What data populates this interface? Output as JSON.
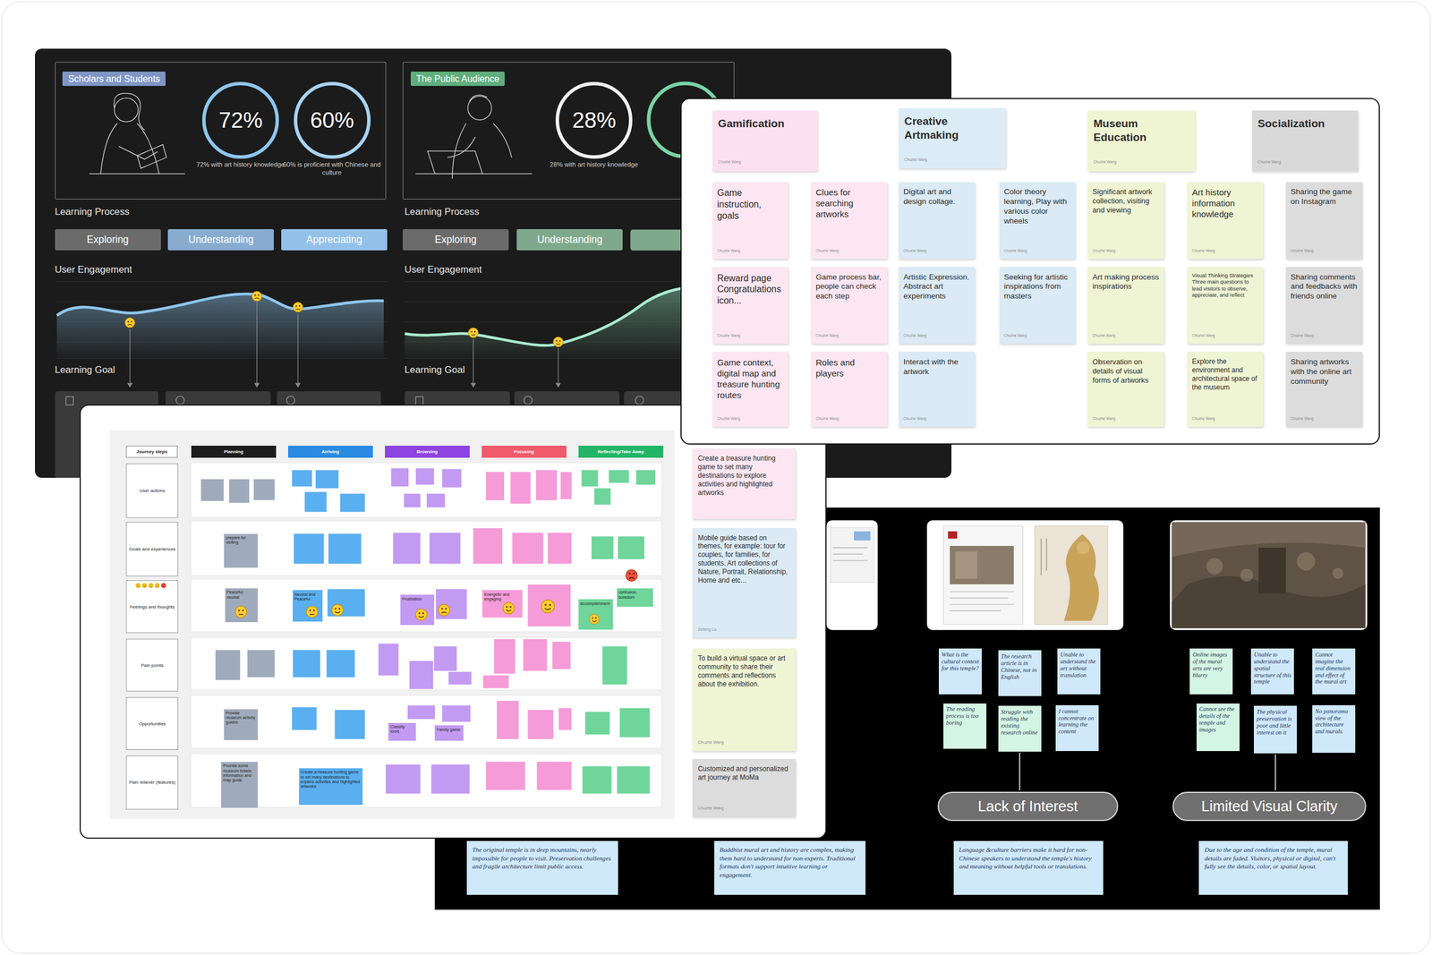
{
  "diagram": {
    "nodes": [
      {
        "text": [
          "Scholars and Students"
        ]
      },
      {
        "text": [
          "72%",
          "72% with art history knowledge"
        ],
        "in": 0
      },
      {
        "text": [
          "60%",
          "60% is proficient with Chinese and culture"
        ],
        "in": 0
      },
      {
        "text": [
          "The Public Audience"
        ]
      },
      {
        "text": [
          "28%",
          "28% with art history knowledge"
        ],
        "in": 3
      },
      {
        "text": [
          "Exploring"
        ]
      },
      {
        "text": [
          "Understanding"
        ]
      },
      {
        "text": [
          "Appreciating"
        ]
      },
      {
        "text": [
          "Exploring"
        ]
      },
      {
        "text": [
          "Understanding"
        ]
      },
      {
        "text": [
          "Gamification",
          "Chuzhe Wang"
        ]
      },
      {
        "text": [
          "Creative Artmaking",
          "Chuzhe Wang"
        ]
      },
      {
        "text": [
          "Museum Education",
          "Chuzhe Wang"
        ]
      },
      {
        "text": [
          "Socialization",
          "Chuzhe Wang"
        ]
      },
      {
        "text": [
          "Game instruction, goals",
          "Chuzhe Wang"
        ]
      },
      {
        "text": [
          "Reward page Congratulations icon...",
          "Chuzhe Wang"
        ]
      },
      {
        "text": [
          "Game context, digital map and treasure hunting routes",
          "Chuzhe Wang"
        ]
      },
      {
        "text": [
          "Clues for searching artworks",
          "Chuzhe Wang"
        ]
      },
      {
        "text": [
          "Game process bar, people can check each step",
          "Chuzhe Wang"
        ]
      },
      {
        "text": [
          "Roles and players",
          "Chuzhe Wang"
        ]
      },
      {
        "text": [
          "Digital art and design collage.",
          "Chuzhe Wang"
        ]
      },
      {
        "text": [
          "Artistic Expression. Abstract art experiments",
          "Chuzhe Wang"
        ]
      },
      {
        "text": [
          "Interact with the artwork",
          "Chuzhe Wang"
        ]
      },
      {
        "text": [
          "Color theory learning, Play with various color wheels",
          "Chuzhe Wang"
        ]
      },
      {
        "text": [
          "Seeking for artistic inspirations from masters",
          "Chuzhe Wang"
        ]
      },
      {
        "text": [
          "Significant artwork collection, visiting and viewing",
          "Chuzhe Wang"
        ]
      },
      {
        "text": [
          "Art making process inspirations",
          "Chuzhe Wang"
        ]
      },
      {
        "text": [
          "Observation on details of visual forms of artworks",
          "Chuzhe Wang"
        ]
      },
      {
        "text": [
          "Art history information knowledge",
          "Chuzhe Wang"
        ]
      },
      {
        "text": [
          "Visual Thinking Strategies Three main questions to lead visitors to observe, appreciate, and reflect",
          "Chuzhe Wang"
        ]
      },
      {
        "text": [
          "Explore the environment and architectural space of the museum",
          "Chuzhe Wang"
        ]
      },
      {
        "text": [
          "Sharing the game on Instagram",
          "Chuzhe Wang"
        ]
      },
      {
        "text": [
          "Sharing comments and feedbacks with friends online",
          "Chuzhe Wang"
        ]
      },
      {
        "text": [
          "Sharing artworks with the online art community",
          "Chuzhe Wang"
        ]
      },
      {
        "text": [
          "Journey steps"
        ]
      },
      {
        "text": [
          "Planning"
        ]
      },
      {
        "text": [
          "Arriving"
        ]
      },
      {
        "text": [
          "Browsing"
        ]
      },
      {
        "text": [
          "Focusing"
        ]
      },
      {
        "text": [
          "Reflecting/Take Away"
        ]
      },
      {
        "text": [
          "User actions"
        ]
      },
      {
        "text": [
          "Goals and experiences"
        ]
      },
      {
        "text": [
          "Feelings and thoughts"
        ]
      },
      {
        "text": [
          "Pain points"
        ]
      },
      {
        "text": [
          "Opportunities"
        ]
      },
      {
        "text": [
          "Pain reliever (features)"
        ]
      },
      {
        "text": [
          "prepare for visiting"
        ]
      },
      {
        "text": [
          "Peaceful, neutral"
        ]
      },
      {
        "text": [
          "Provide museum activity guides"
        ]
      },
      {
        "text": [
          "Provide some museum tickets information and map guide"
        ]
      },
      {
        "text": [
          "Create a treasure hunting game to set many destinations to explore activities and highlighted artworks"
        ]
      },
      {
        "text": [
          "Neutral and Peaceful"
        ]
      },
      {
        "text": [
          "Frustration"
        ]
      },
      {
        "text": [
          "Energetic and engaging"
        ]
      },
      {
        "text": [
          "accomplishment"
        ]
      },
      {
        "text": [
          "confusion, boredom"
        ]
      },
      {
        "text": [
          "Classify tours"
        ]
      },
      {
        "text": [
          "Family game"
        ]
      },
      {
        "text": [
          "Create a treasure hunting game to set many destinations to explore activities and highlighted artworks"
        ]
      },
      {
        "text": [
          "Mobile guide based on themes, for example: tour for couples, for families, for students. Art collections of Nature, Portrait, Relationship, Home and etc...",
          "Zefeng Lu"
        ]
      },
      {
        "text": [
          "To build a virtual space or art community to share their comments and reflections about the exhibition.",
          "Chuzhe Wang"
        ]
      },
      {
        "text": [
          "Customized and personalized art journey at MoMa",
          "Chuzhe Wang"
        ]
      },
      {
        "text": [
          "What is the cultural context for this temple?"
        ]
      },
      {
        "text": [
          "The research article is in Chinese, not in English"
        ]
      },
      {
        "text": [
          "Unable to understand the art without translation"
        ]
      },
      {
        "text": [
          "The reading process is too boring"
        ]
      },
      {
        "text": [
          "Struggle with reading the existing research online"
        ]
      },
      {
        "text": [
          "I cannot concentrate on learning the content"
        ]
      },
      {
        "text": [
          "Online images of the mural arts are very blurry"
        ]
      },
      {
        "text": [
          "Unable to understand the spatial structure of this temple"
        ]
      },
      {
        "text": [
          "Cannot imagine the real dimension and effect of the mural art"
        ]
      },
      {
        "text": [
          "Cannot see the details of the temple and images"
        ]
      },
      {
        "text": [
          "The physical preservation is poor and little interest on it"
        ]
      },
      {
        "text": [
          "No panorama view of the architecture and murals."
        ]
      },
      {
        "text": [
          "Lack of Interest"
        ]
      },
      {
        "text": [
          "Limited Visual Clarity"
        ]
      },
      {
        "text": [
          "The original temple is in deep mountains, nearly impossible for people to visit. Preservation challenges and fragile architecture limit public access."
        ]
      },
      {
        "text": [
          "Buddhist mural art and history are complex, making them hard to understand for non-experts. Traditional formats don't support intuitive learning or engagement."
        ]
      },
      {
        "text": [
          "Language &culture barriers make it hard for non-Chinese speakers to understand the temple's history and meaning without helpful tools or translations."
        ]
      },
      {
        "text": [
          "Due to the age and condition of the temple, mural details are faded. Visitors, physical or digital, can't fully see the details, color, or spatial layout."
        ]
      }
    ],
    "edges": [
      {
        "from": 66,
        "to": 74,
        "arrow": "none"
      },
      {
        "from": 72,
        "to": 75,
        "arrow": "none"
      }
    ],
    "labels": [
      "Learning Process",
      "Learning Process",
      "User Engagement",
      "User Engagement",
      "Learning Goal",
      "Learning Goal"
    ]
  }
}
